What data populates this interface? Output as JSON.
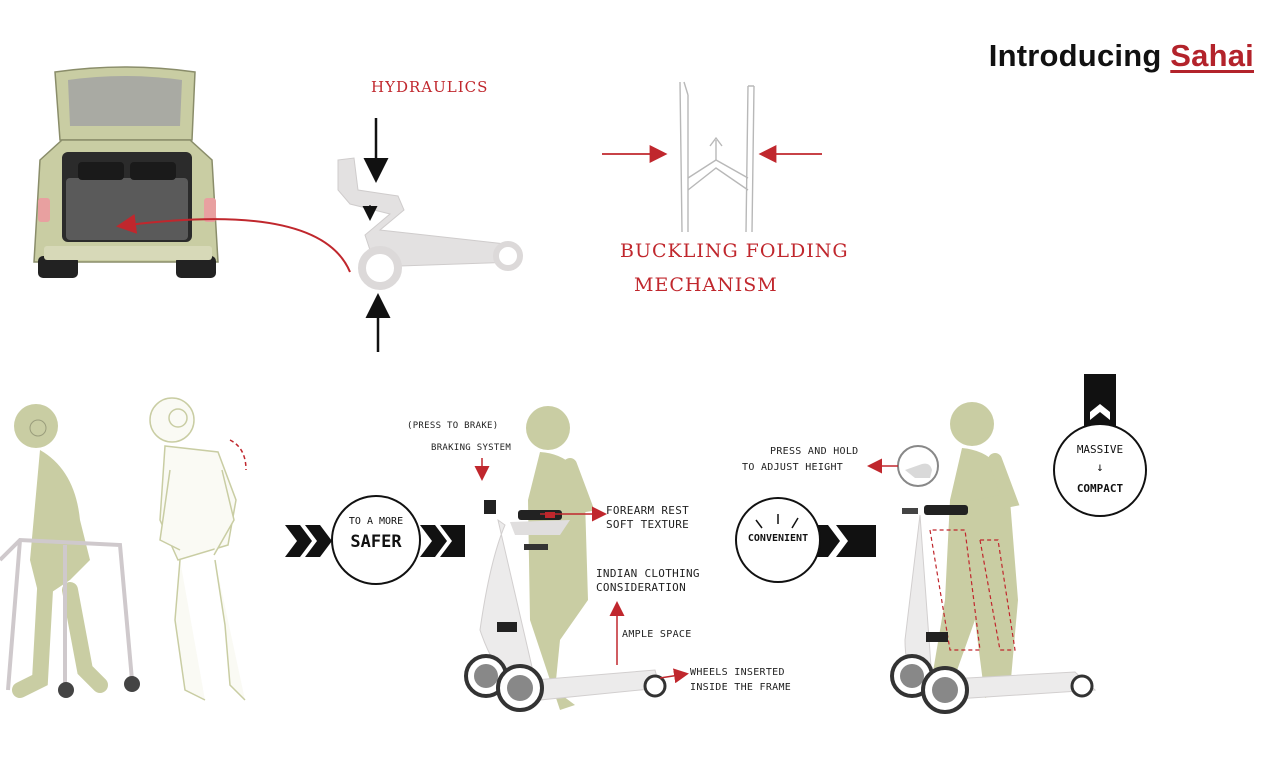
{
  "header": {
    "title_prefix": "Introducing ",
    "title_brand": "Sahai"
  },
  "mechanisms": {
    "hydraulics": "HYDRAULICS",
    "buckling_line1": "BUCKLING FOLDING",
    "buckling_line2": "MECHANISM"
  },
  "badges": {
    "safer_small": "TO A MORE",
    "safer_big": "SAFER",
    "convenient": "CONVENIENT",
    "massive": "MASSIVE",
    "arrow": "↓",
    "compact": "COMPACT"
  },
  "annotations": {
    "press_to_brake": "(PRESS TO BRAKE)",
    "braking_system": "BRAKING SYSTEM",
    "forearm_rest": "FOREARM REST",
    "soft_texture": "SOFT TEXTURE",
    "indian_clothing": "INDIAN CLOTHING",
    "consideration": "CONSIDERATION",
    "ample_space": "AMPLE SPACE",
    "wheels_inserted": "WHEELS INSERTED",
    "inside_frame": "INSIDE THE FRAME",
    "press_hold": "PRESS AND HOLD",
    "adjust_height": "TO ADJUST HEIGHT"
  },
  "colors": {
    "accent_red": "#c0272d",
    "figure_olive": "#c9cda3",
    "dark": "#111111"
  }
}
